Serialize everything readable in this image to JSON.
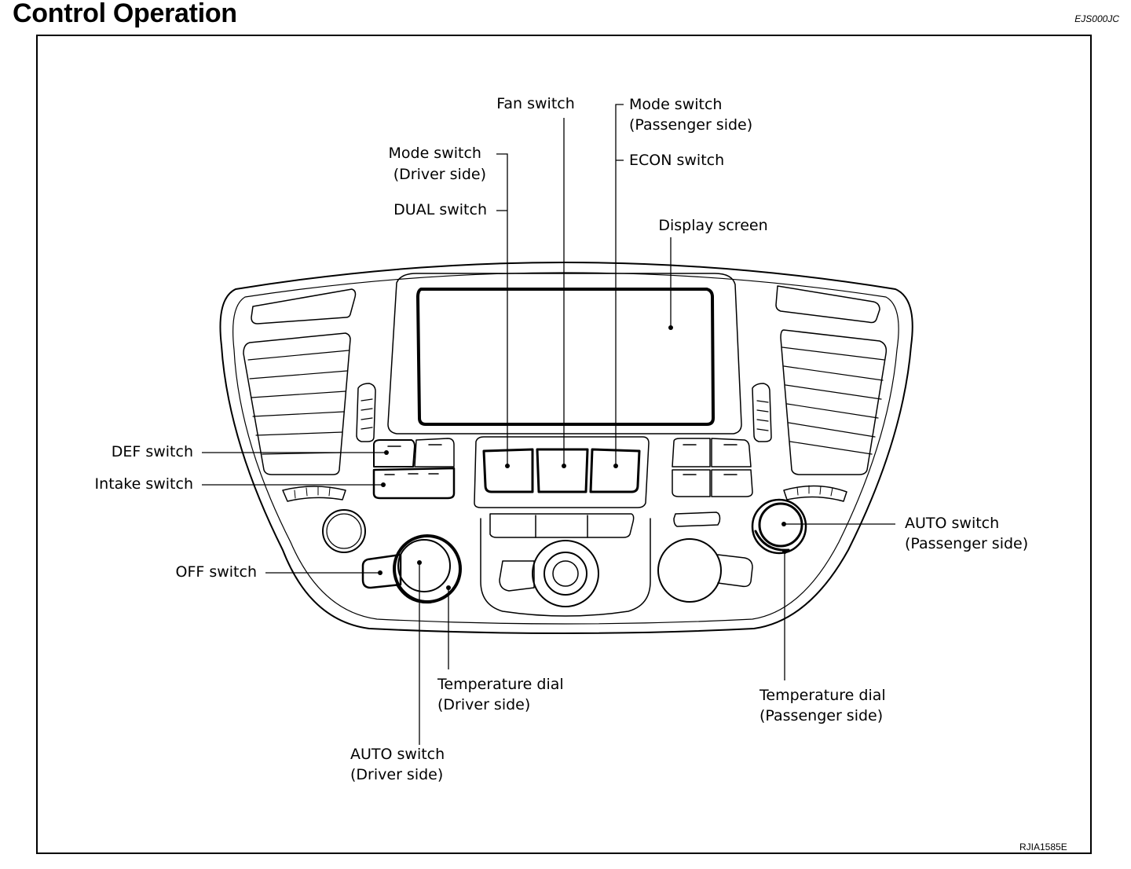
{
  "header": {
    "title": "Control Operation",
    "code": "EJS000JC"
  },
  "figure": {
    "code": "RJIA1585E"
  },
  "labels": {
    "fan_switch": "Fan switch",
    "mode_switch_passenger": [
      "Mode switch",
      "(Passenger side)"
    ],
    "mode_switch_driver": [
      "Mode switch",
      "(Driver side)"
    ],
    "econ_switch": "ECON switch",
    "dual_switch": "DUAL switch",
    "display_screen": "Display screen",
    "def_switch": "DEF switch",
    "intake_switch": "Intake switch",
    "off_switch": "OFF switch",
    "auto_switch_passenger": [
      "AUTO switch",
      "(Passenger side)"
    ],
    "temperature_dial_driver": [
      "Temperature dial",
      "(Driver side)"
    ],
    "temperature_dial_passenger": [
      "Temperature dial",
      "(Passenger side)"
    ],
    "auto_switch_driver": [
      "AUTO switch",
      "(Driver side)"
    ]
  }
}
